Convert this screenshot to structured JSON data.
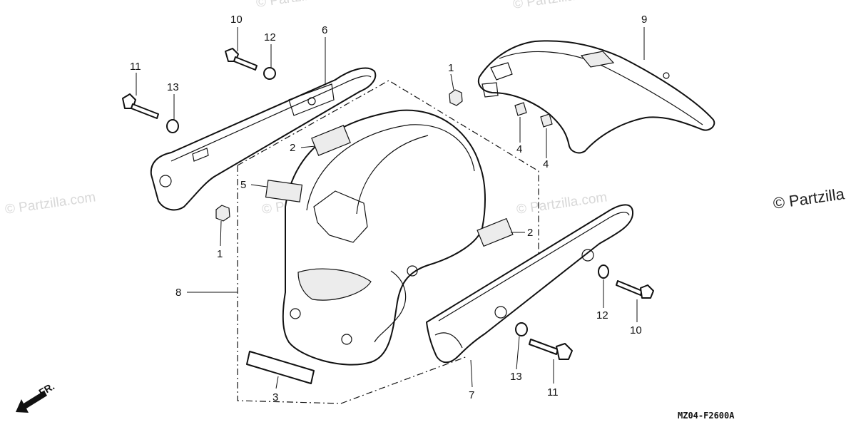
{
  "diagram": {
    "drawing_code": "MZ04-F2600A",
    "front_indicator": "FR.",
    "watermark_text": "© Partzilla.com",
    "copyright_text": "© Partzilla",
    "callouts": [
      {
        "id": "c10a",
        "text": "10"
      },
      {
        "id": "c12a",
        "text": "12"
      },
      {
        "id": "c6",
        "text": "6"
      },
      {
        "id": "c11a",
        "text": "11"
      },
      {
        "id": "c13a",
        "text": "13"
      },
      {
        "id": "c1a",
        "text": "1"
      },
      {
        "id": "c9",
        "text": "9"
      },
      {
        "id": "c2a",
        "text": "2"
      },
      {
        "id": "c4a",
        "text": "4"
      },
      {
        "id": "c4b",
        "text": "4"
      },
      {
        "id": "c5",
        "text": "5"
      },
      {
        "id": "c1b",
        "text": "1"
      },
      {
        "id": "c2b",
        "text": "2"
      },
      {
        "id": "c8",
        "text": "8"
      },
      {
        "id": "c12b",
        "text": "12"
      },
      {
        "id": "c10b",
        "text": "10"
      },
      {
        "id": "c13b",
        "text": "13"
      },
      {
        "id": "c11b",
        "text": "11"
      },
      {
        "id": "c7",
        "text": "7"
      },
      {
        "id": "c3",
        "text": "3"
      }
    ]
  }
}
